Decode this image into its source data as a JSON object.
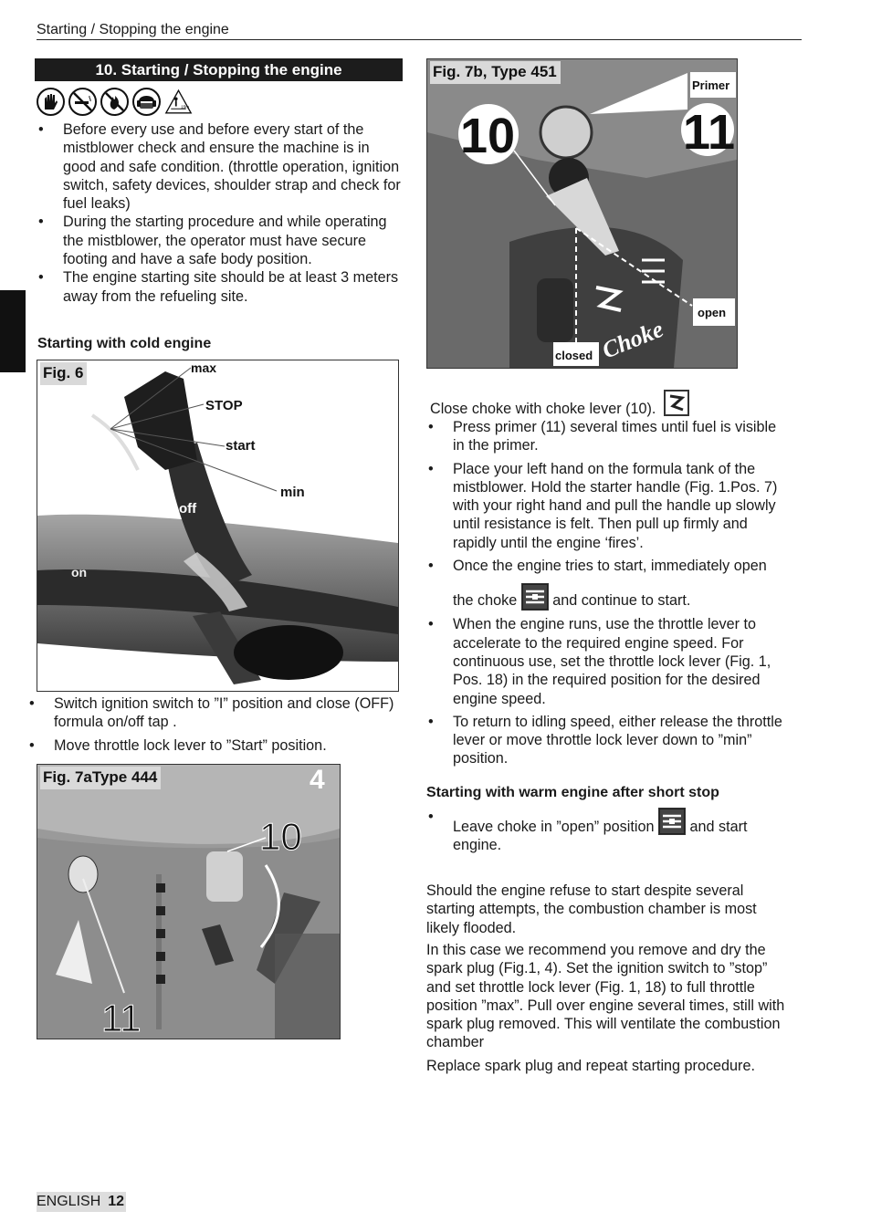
{
  "header": {
    "running_title": "Starting / Stopping the engine"
  },
  "section": {
    "title": "10. Starting / Stopping the engine",
    "safety_icons": [
      "gloves-icon",
      "no-smoking-icon",
      "no-fire-icon",
      "helmet-ear-protection-icon",
      "warning-distance-icon"
    ]
  },
  "left": {
    "intro_bullets": [
      "Before every use and before every start of the mistblower check and ensure the machine is in good and safe condition. (throttle operation, ignition switch, safety devices, shoulder strap and check for fuel leaks)",
      "During the starting procedure and while operating the mistblower, the operator must have secure footing and have a safe body position.",
      "The engine starting site should be at least 3 meters away from the refueling site."
    ],
    "cold_heading": "Starting with cold engine",
    "fig6": {
      "label": "Fig. 6",
      "callouts": {
        "max": "max",
        "stop": "STOP",
        "start": "start",
        "min": "min",
        "off": "off",
        "on": "on"
      }
    },
    "after_fig6_bullets": [
      "Switch ignition switch to ”I” position and close (OFF) formula on/off tap .",
      "Move  throttle lock lever to ”Start” position."
    ],
    "fig7a": {
      "label": "Fig. 7aType 444",
      "num10": "10",
      "num11": "11",
      "corner": "4"
    }
  },
  "right": {
    "fig7b": {
      "label": "Fig. 7b, Type 451",
      "primer": "Primer",
      "num10": "10",
      "num11": "11",
      "open": "open",
      "closed": "closed",
      "choke": "Choke"
    },
    "close_choke": "Close choke with choke lever (10).",
    "bullets": {
      "b1": "Press primer (11) several times until fuel is visible in the primer.",
      "b2": "Place your left hand on the formula tank of the mistblower. Hold the starter handle (Fig. 1.Pos. 7) with your right hand  and pull the handle up slowly until resistance is felt. Then pull up firmly and rapidly until the engine ‘fires’.",
      "b3_line1": "Once the engine tries to start, immediately open",
      "b3_pre": "the choke",
      "b3_post": "and continue to start.",
      "b4": "When the engine runs, use the throttle lever to accelerate to the required engine speed. For continuous use, set the throttle lock lever (Fig. 1, Pos. 18) in the required position for the desired engine speed.",
      "b5": "To return to idling speed, either release the throttle lever or move throttle lock lever down to ”min” position."
    },
    "warm_heading": "Starting with warm engine after short stop",
    "warm_pre": "Leave choke in ”open” position",
    "warm_post": "and start engine.",
    "flooded_p1": "Should the engine refuse to start despite several starting attempts, the combustion chamber is most likely flooded.",
    "flooded_p2": "In this case we recommend you remove and dry the spark plug (Fig.1, 4). Set the ignition switch to ”stop” and set throttle lock lever (Fig. 1, 18) to full throttle position ”max”. Pull over engine several times, still with spark plug removed. This will ventilate the combustion chamber",
    "flooded_p3": "Replace spark plug and repeat starting procedure."
  },
  "footer": {
    "language": "ENGLISH",
    "page": "12"
  }
}
